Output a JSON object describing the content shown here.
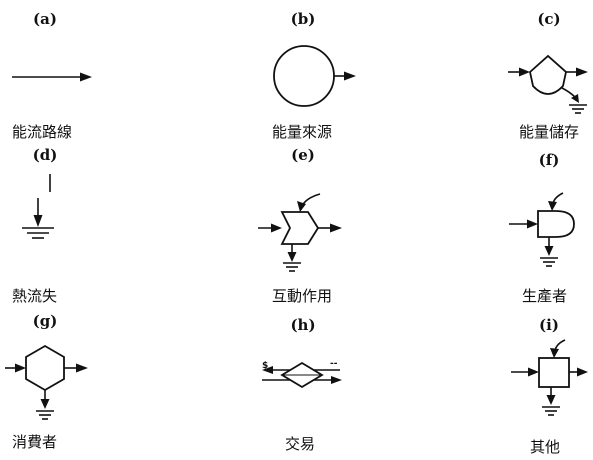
{
  "symbols": [
    {
      "tag": "(a)",
      "caption": "能流路線"
    },
    {
      "tag": "(b)",
      "caption": "能量來源"
    },
    {
      "tag": "(c)",
      "caption": "能量儲存"
    },
    {
      "tag": "(d)",
      "caption": "熱流失"
    },
    {
      "tag": "(e)",
      "caption": "互動作用"
    },
    {
      "tag": "(f)",
      "caption": "生產者"
    },
    {
      "tag": "(g)",
      "caption": "消費者"
    },
    {
      "tag": "(h)",
      "caption": "交易"
    },
    {
      "tag": "(i)",
      "caption": "其他"
    }
  ],
  "exchange_marker": "$",
  "exchange_note": "--"
}
